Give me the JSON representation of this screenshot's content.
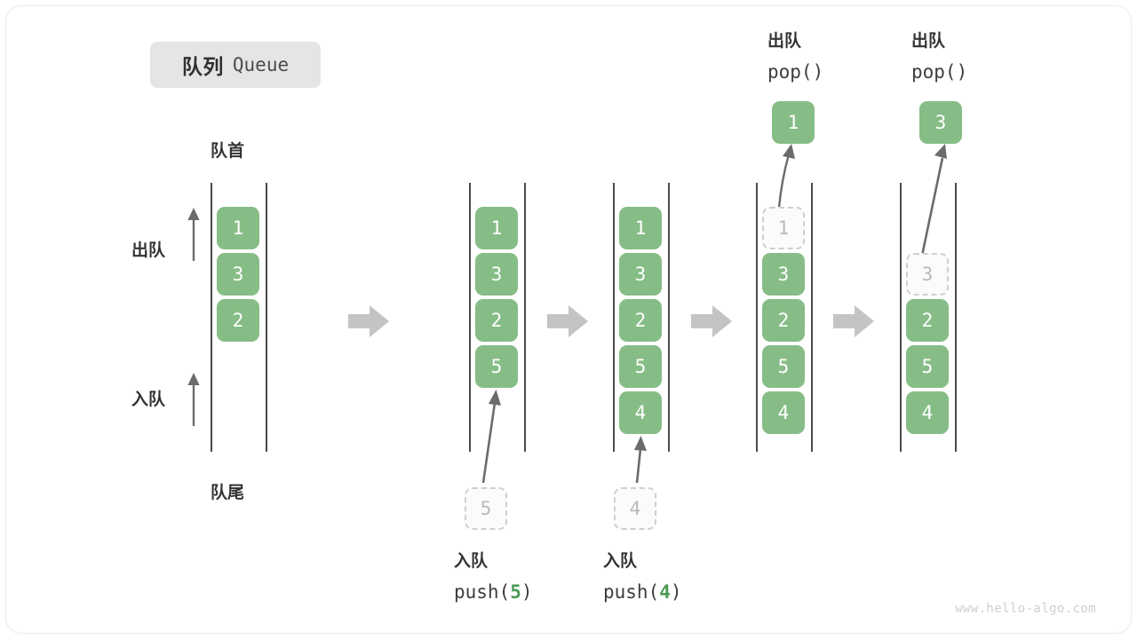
{
  "title": {
    "cn": "队列",
    "en": "Queue"
  },
  "labels": {
    "front": "队首",
    "rear": "队尾",
    "dequeue": "出队",
    "enqueue": "入队"
  },
  "watermark": "www.hello-algo.com",
  "colors": {
    "element_fill": "#86bd86",
    "element_text": "#ffffff",
    "ghost_fill": "#fbfbfb",
    "ghost_border": "#cfcfcf",
    "ghost_text": "#b9b9b9",
    "rail": "#4a4a4a",
    "arrow": "#6b6b6b",
    "transition_arrow": "#c4c4c4",
    "badge_bg": "#e5e5e5",
    "code_number": "#4d9a56"
  },
  "stages": [
    {
      "name": "initial",
      "elements": [
        "1",
        "3",
        "2"
      ],
      "ghost": null,
      "op_cn": null,
      "op_code": null,
      "op_arg": null
    },
    {
      "name": "after-push-5",
      "elements": [
        "1",
        "3",
        "2",
        "5"
      ],
      "ghost": "5",
      "op_cn": "入队",
      "op_code_prefix": "push(",
      "op_arg": "5",
      "op_code_suffix": ")"
    },
    {
      "name": "after-push-4",
      "elements": [
        "1",
        "3",
        "2",
        "5",
        "4"
      ],
      "ghost": "4",
      "op_cn": "入队",
      "op_code_prefix": "push(",
      "op_arg": "4",
      "op_code_suffix": ")"
    },
    {
      "name": "after-pop-1",
      "elements": [
        "3",
        "2",
        "5",
        "4"
      ],
      "ghost": "1",
      "popped": "1",
      "op_cn": "出队",
      "op_code_prefix": "pop(",
      "op_arg": "",
      "op_code_suffix": ")"
    },
    {
      "name": "after-pop-3",
      "elements": [
        "2",
        "5",
        "4"
      ],
      "ghost": "3",
      "popped": "3",
      "op_cn": "出队",
      "op_code_prefix": "pop(",
      "op_arg": "",
      "op_code_suffix": ")"
    }
  ],
  "pop_ops": [
    {
      "cn": "出队",
      "code": "pop()",
      "value": "1"
    },
    {
      "cn": "出队",
      "code": "pop()",
      "value": "3"
    }
  ],
  "push_ops": [
    {
      "cn": "入队",
      "code_prefix": "push(",
      "value": "5",
      "code_suffix": ")"
    },
    {
      "cn": "入队",
      "code_prefix": "push(",
      "value": "4",
      "code_suffix": ")"
    }
  ]
}
